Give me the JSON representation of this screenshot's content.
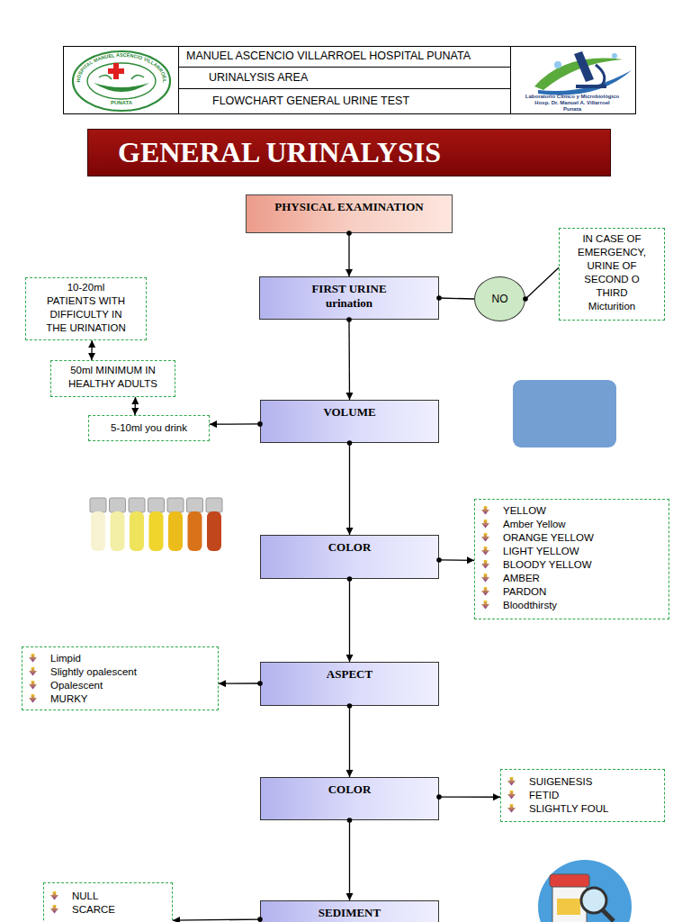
{
  "diagram": {
    "title": "GENERAL URINALYSIS",
    "nodes": [
      {
        "text": [
          "PHYSICAL EXAMINATION"
        ]
      },
      {
        "text": [
          "IN CASE OF EMERGENCY, URINE OF SECOND O THIRD Micturition"
        ]
      },
      {
        "text": [
          "10-20ml PATIENTS WITH DIFFICULTY IN THE URINATION"
        ]
      },
      {
        "text": [
          "FIRST URINE urination"
        ]
      },
      {
        "text": [
          "NO"
        ]
      },
      {
        "text": [
          "50ml MINIMUM IN HEALTHY ADULTS"
        ]
      },
      {
        "text": [
          "VOLUME"
        ]
      },
      {
        "text": [
          "5-10ml you drink"
        ]
      },
      {
        "text": [
          "YELLOW",
          "Amber Yellow",
          "ORANGE YELLOW",
          "LIGHT YELLOW",
          "BLOODY YELLOW",
          "AMBER",
          "PARDON",
          "Bloodthirsty"
        ]
      },
      {
        "text": [
          "COLOR"
        ]
      },
      {
        "text": [
          "Limpid",
          "Slightly opalescent",
          "Opalescent",
          "MURKY"
        ]
      },
      {
        "text": [
          "ASPECT"
        ]
      },
      {
        "text": [
          "SUIGENESIS",
          "FETID",
          "SLIGHTLY FOUL"
        ]
      },
      {
        "text": [
          "COLOR"
        ]
      },
      {
        "text": [
          "NULL",
          "SCARCE"
        ]
      },
      {
        "text": [
          "SEDIMENT"
        ]
      }
    ],
    "edges": [
      {
        "from": 0,
        "to": 3,
        "arrow": "to"
      },
      {
        "from": 3,
        "to": 4,
        "arrow": "none"
      },
      {
        "from": 4,
        "to": 1,
        "arrow": "none"
      },
      {
        "from": 2,
        "to": 5,
        "arrow": "both"
      },
      {
        "from": 3,
        "to": 6,
        "arrow": "to"
      },
      {
        "from": 5,
        "to": 7,
        "arrow": "both"
      },
      {
        "from": 6,
        "to": 7,
        "arrow": "to"
      },
      {
        "from": 6,
        "to": 9,
        "arrow": "to"
      },
      {
        "from": 9,
        "to": 8,
        "arrow": "to"
      },
      {
        "from": 9,
        "to": 11,
        "arrow": "to"
      },
      {
        "from": 11,
        "to": 10,
        "arrow": "to"
      },
      {
        "from": 11,
        "to": 13,
        "arrow": "to"
      },
      {
        "from": 13,
        "to": 12,
        "arrow": "to"
      },
      {
        "from": 13,
        "to": 15,
        "arrow": "to"
      },
      {
        "from": 15,
        "to": 14,
        "arrow": "to"
      }
    ],
    "labels": [
      "MANUEL ASCENCIO VILLARROEL HOSPITAL PUNATA",
      "URINALYSIS AREA",
      "FLOWCHART GENERAL URINE TEST",
      "HOSPITAL MANUEL ASCENCIO VILLARROEL",
      "PUNATA",
      "Laboratorio Clínico y Microbiológico",
      "Hosp. Dr. Manuel A. Villarroel",
      "Punata"
    ]
  }
}
